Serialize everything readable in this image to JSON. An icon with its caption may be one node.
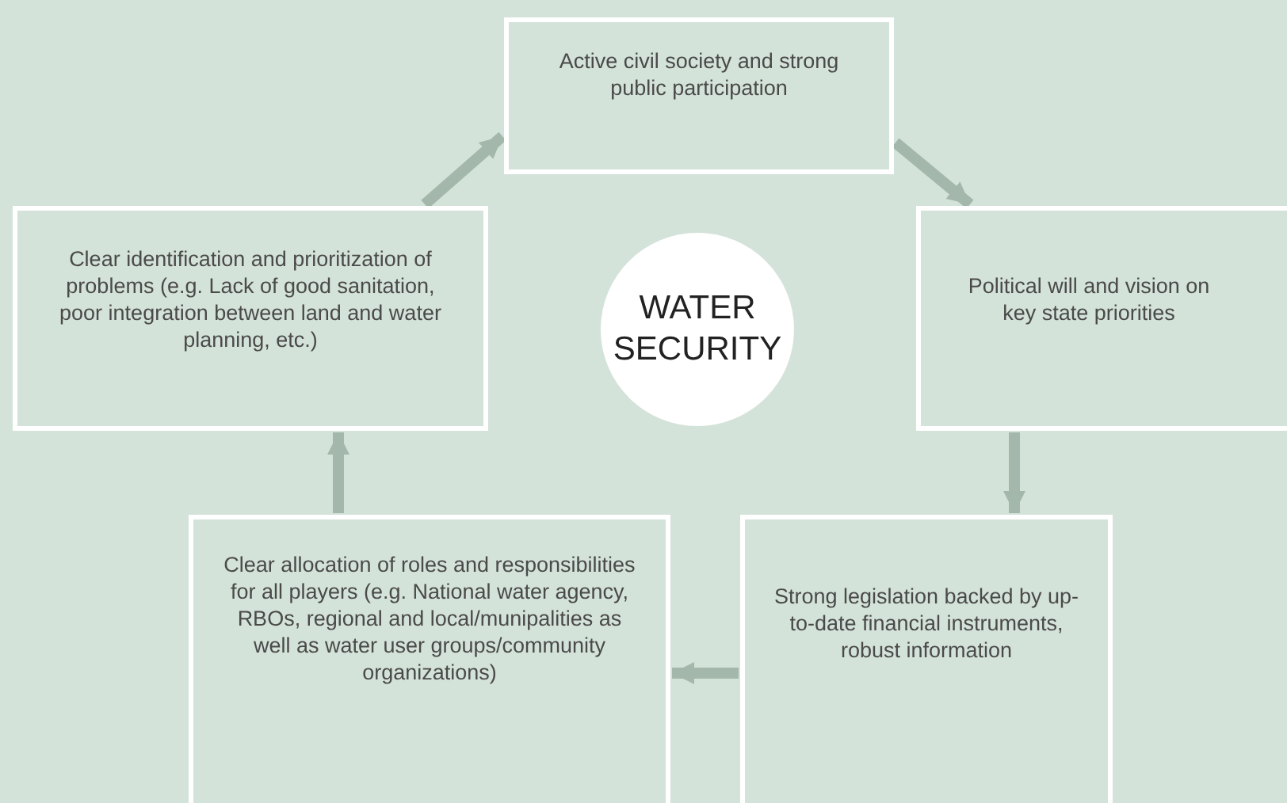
{
  "diagram": {
    "nodes": [
      {
        "text": [
          "Active civil society and strong public participation"
        ]
      },
      {
        "text": [
          "Clear identification and prioritization of problems (e.g. Lack of good sanitation, poor integration between land and water planning, etc.)"
        ]
      },
      {
        "text": [
          "WATER SECURITY"
        ]
      },
      {
        "text": [
          "Political will and vision on key state priorities"
        ]
      },
      {
        "text": [
          "Clear allocation of roles and responsibilities for all players (e.g. National water agency, RBOs, regional and local/munipalities as well as water user groups/community organizations)"
        ]
      },
      {
        "text": [
          "Strong legislation backed by up-to-date financial instruments, robust information"
        ]
      }
    ],
    "edges": [
      {
        "from": 1,
        "to": 0,
        "arrow": "to"
      },
      {
        "from": 0,
        "to": 3,
        "arrow": "to"
      },
      {
        "from": 3,
        "to": 5,
        "arrow": "to"
      },
      {
        "from": 5,
        "to": 4,
        "arrow": "to"
      },
      {
        "from": 4,
        "to": 1,
        "arrow": "to"
      }
    ]
  }
}
